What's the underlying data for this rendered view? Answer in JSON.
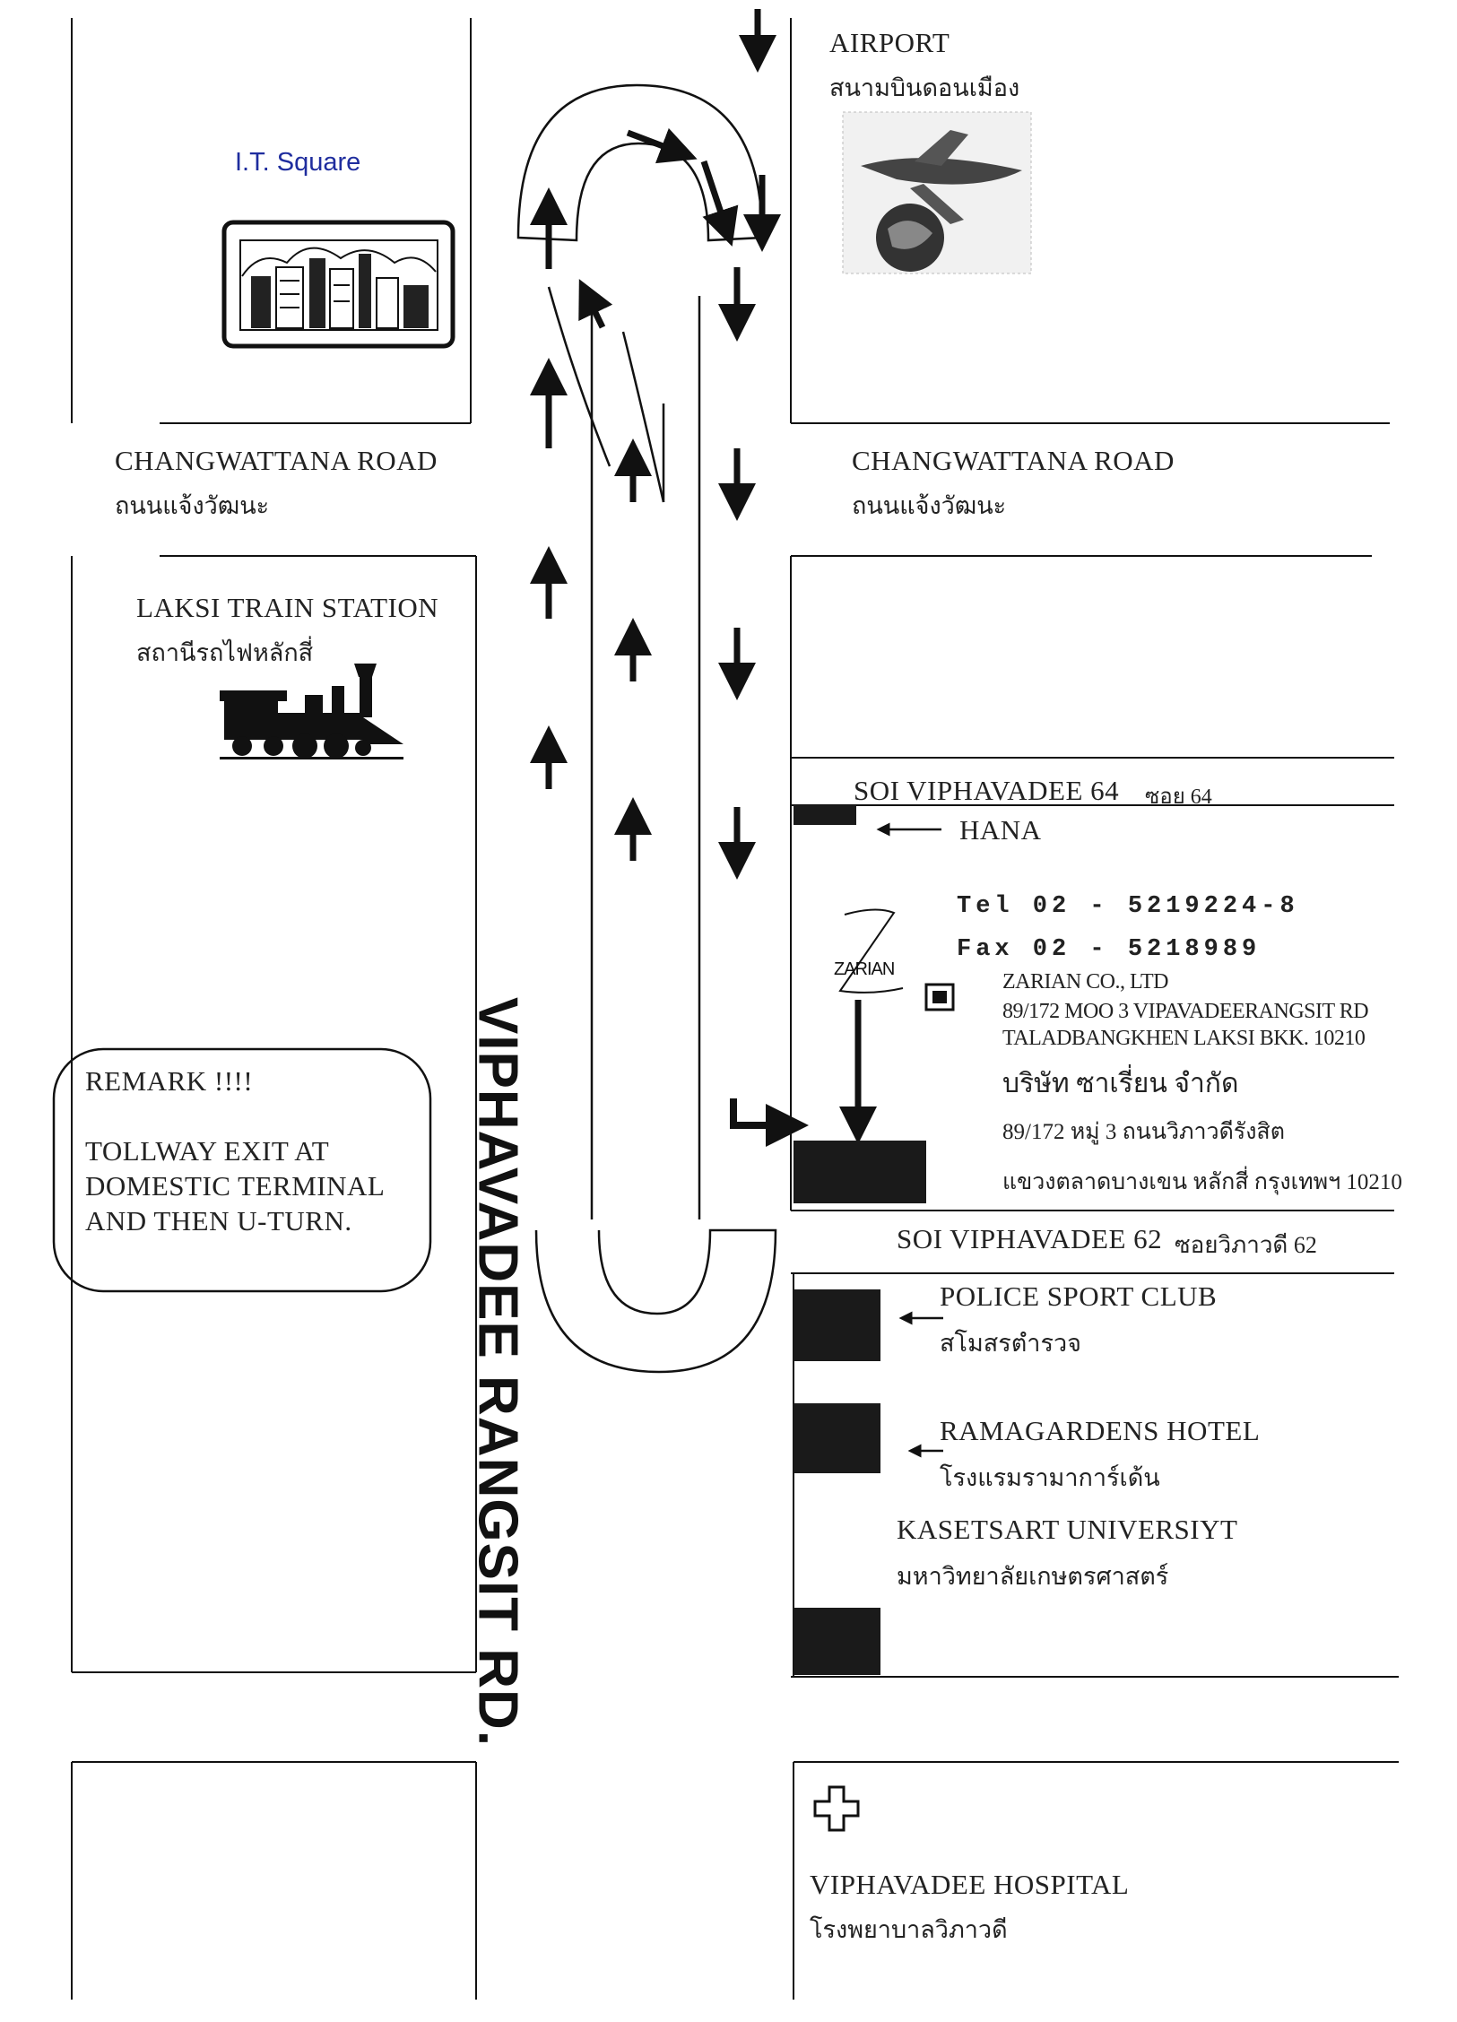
{
  "title_vertical_road": "VIPHAVADEE RANGSIT RD.",
  "colors": {
    "ink": "#111111",
    "it_square": "#1f2d9e",
    "background": "#ffffff"
  },
  "places": {
    "it_square": "I.T. Square",
    "airport_en": "AIRPORT",
    "airport_th": "สนามบินดอนเมือง",
    "changwattana_left_en": "CHANGWATTANA ROAD",
    "changwattana_left_th": "ถนนแจ้งวัฒนะ",
    "changwattana_right_en": "CHANGWATTANA ROAD",
    "changwattana_right_th": "ถนนแจ้งวัฒนะ",
    "laksi_en": "LAKSI TRAIN STATION",
    "laksi_th": "สถานีรถไฟหลักสี่",
    "soi64_en": "SOI VIPHAVADEE 64",
    "soi64_th": "ซอย 64",
    "hana": "HANA",
    "soi62_en": "SOI VIPHAVADEE 62",
    "soi62_th": "ซอยวิภาวดี 62",
    "police_en": "POLICE SPORT CLUB",
    "police_th": "สโมสรตำรวจ",
    "rama_en": "RAMAGARDENS HOTEL",
    "rama_th": "โรงแรมรามาการ์เด้น",
    "kasetsart_en": "KASETSART UNIVERSIYT",
    "kasetsart_th": "มหาวิทยาลัยเกษตรศาสตร์",
    "hospital_en": "VIPHAVADEE HOSPITAL",
    "hospital_th": "โรงพยาบาลวิภาวดี"
  },
  "company": {
    "logo_text": "ZARIAN",
    "tel": "Tel 02 - 5219224-8",
    "fax": "Fax 02 - 5218989",
    "name_en": "ZARIAN CO., LTD",
    "addr1_en": "89/172 MOO 3 VIPAVADEERANGSIT RD",
    "addr2_en": "TALADBANGKHEN LAKSI BKK. 10210",
    "name_th": "บริษัท ซาเรี่ยน จำกัด",
    "addr1_th": "89/172 หมู่ 3 ถนนวิภาวดีรังสิต",
    "addr2_th": "แขวงตลาดบางเขน หลักสี่ กรุงเทพฯ 10210"
  },
  "remark": {
    "title": "REMARK !!!!",
    "line1": "TOLLWAY  EXIT  AT",
    "line2": "DOMESTIC TERMINAL",
    "line3": "AND THEN  U-TURN."
  },
  "icons": [
    "building-icon",
    "airplane-icon",
    "train-icon",
    "hospital-cross-icon",
    "u-turn-arrow"
  ]
}
